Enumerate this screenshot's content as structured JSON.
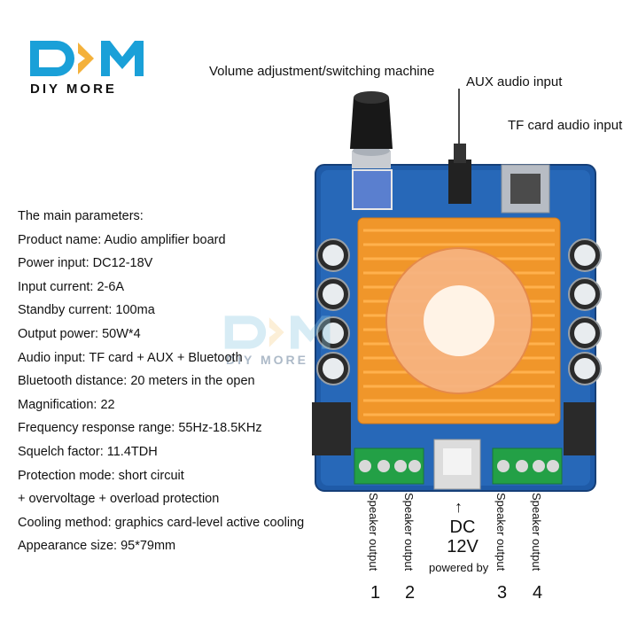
{
  "brand": {
    "logo_text": "DIY MORE",
    "colors": {
      "blue": "#1aa0d8",
      "orange": "#f4b13b"
    }
  },
  "callouts": {
    "volume": "Volume adjustment/switching machine",
    "aux": "AUX audio input",
    "tf": "TF card audio input"
  },
  "parameters": [
    "The main parameters:",
    "Product name: Audio amplifier board",
    "Power input: DC12-18V",
    "Input current: 2-6A",
    "Standby current: 100ma",
    "Output power: 50W*4",
    "Audio input: TF card + AUX + Bluetooth",
    "Bluetooth distance: 20 meters in the open",
    "Magnification: 22",
    "Frequency response range: 55Hz-18.5KHz",
    "Squelch factor: 11.4TDH",
    "Protection mode: short circuit",
    "+ overvoltage + overload protection",
    "Cooling method: graphics card-level active cooling",
    "Appearance size: 95*79mm"
  ],
  "outputs": {
    "speaker_label": "Speaker output",
    "numbers": [
      "1",
      "2",
      "3",
      "4"
    ],
    "dc_arrow": "↑",
    "dc_text": "DC",
    "dc_voltage": "12V",
    "powered_by": "powered by"
  }
}
